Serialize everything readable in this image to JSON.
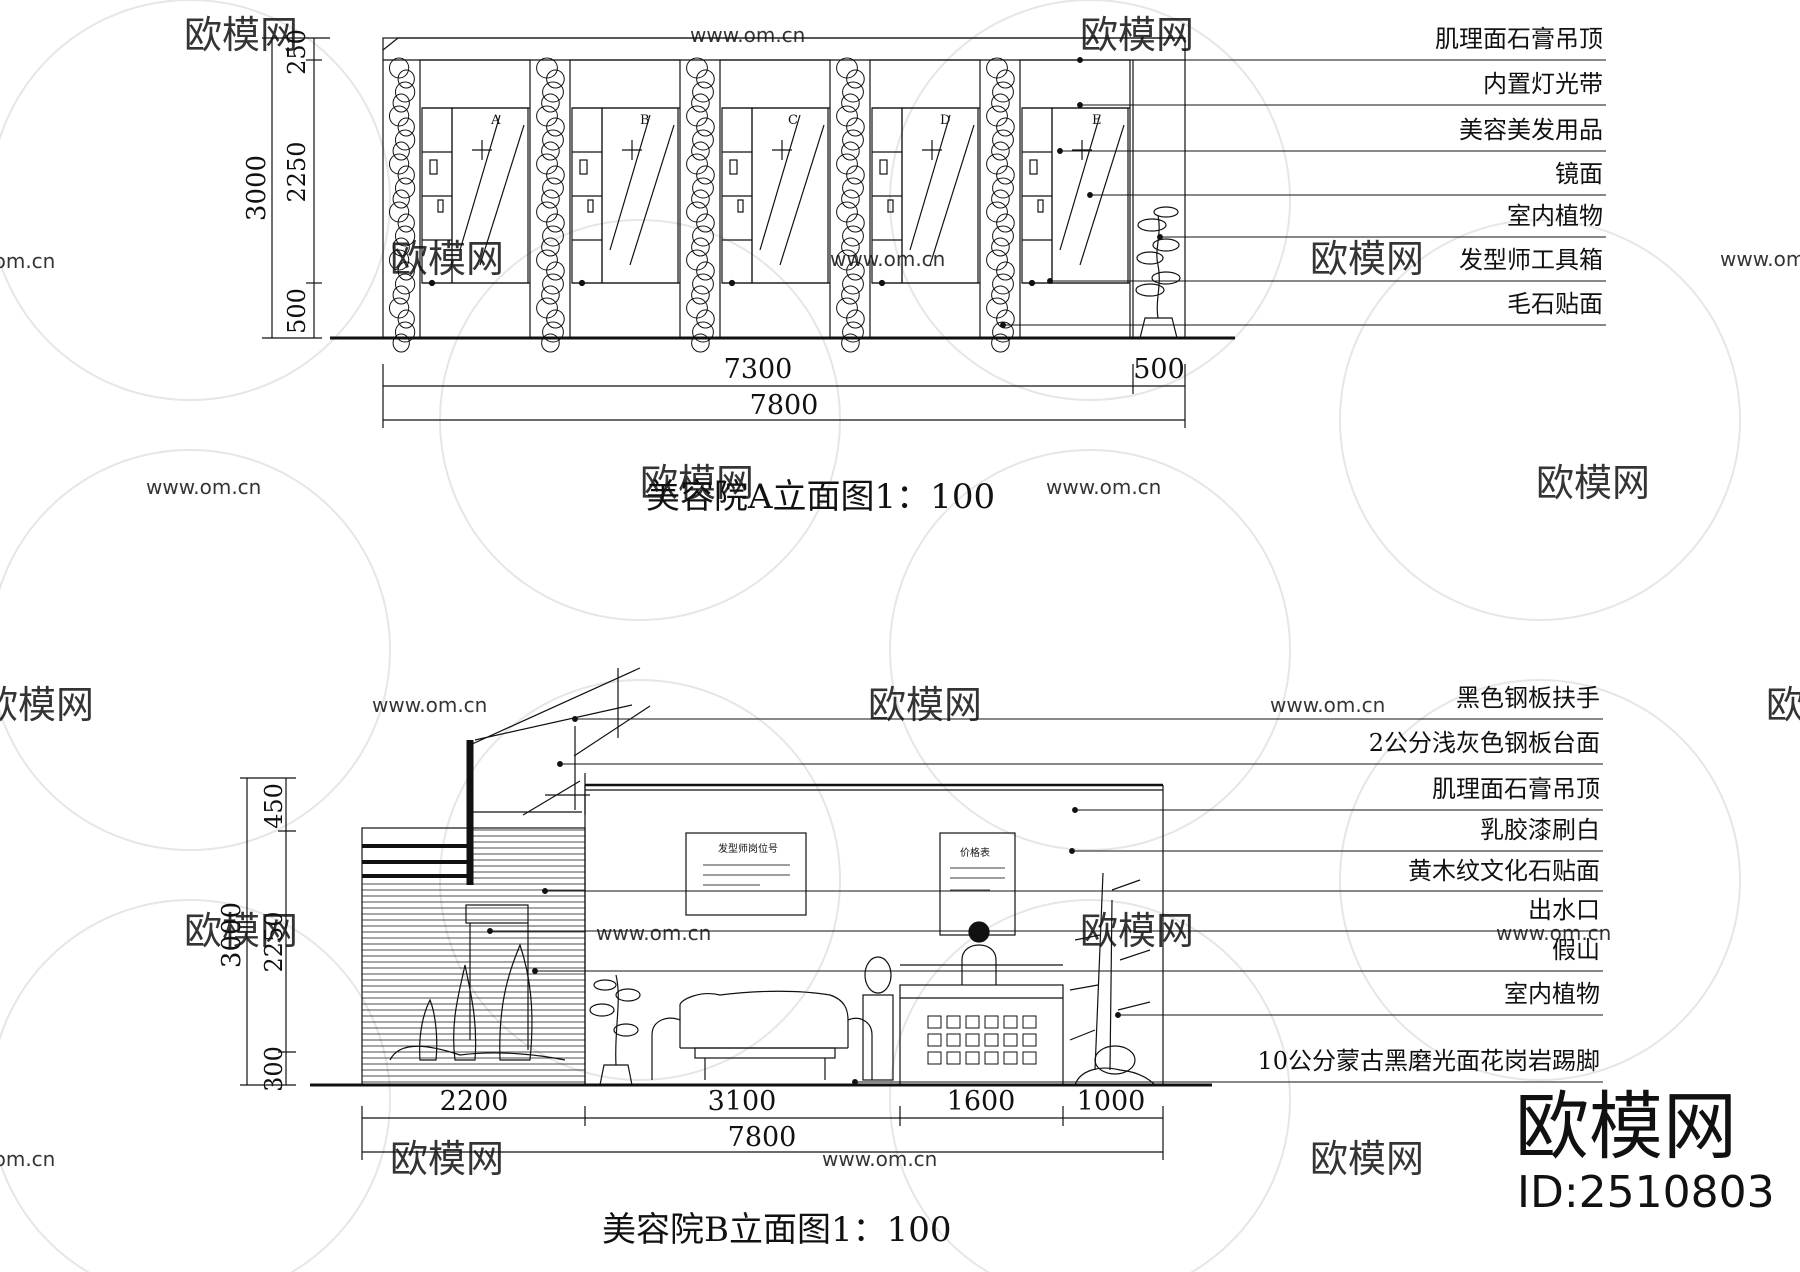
{
  "watermarks": {
    "site": "www.om.cn",
    "brand": "欧模网",
    "logo_big": "欧模网",
    "logo_id": "ID:2510803"
  },
  "elevation_a": {
    "title": "美容院A立面图1：100",
    "dims_vertical": [
      "250",
      "2250",
      "500",
      "3000"
    ],
    "dims_horizontal": [
      "7300",
      "500",
      "7800"
    ],
    "bay_labels": [
      "A",
      "B",
      "C",
      "D",
      "E"
    ],
    "callouts": [
      "肌理面石膏吊顶",
      "内置灯光带",
      "美容美发用品",
      "镜面",
      "室内植物",
      "发型师工具箱",
      "毛石贴面"
    ]
  },
  "elevation_b": {
    "title": "美容院B立面图1：100",
    "dims_vertical": [
      "450",
      "2250",
      "300",
      "3000"
    ],
    "dims_horizontal": [
      "2200",
      "3100",
      "1600",
      "1000",
      "7800"
    ],
    "frame_labels": [
      "发型师岗位号",
      "价格表"
    ],
    "callouts": [
      "黑色钢板扶手",
      "2公分浅灰色钢板台面",
      "肌理面石膏吊顶",
      "乳胶漆刷白",
      "黄木纹文化石贴面",
      "出水口",
      "假山",
      "室内植物",
      "10公分蒙古黑磨光面花岗岩踢脚"
    ]
  }
}
